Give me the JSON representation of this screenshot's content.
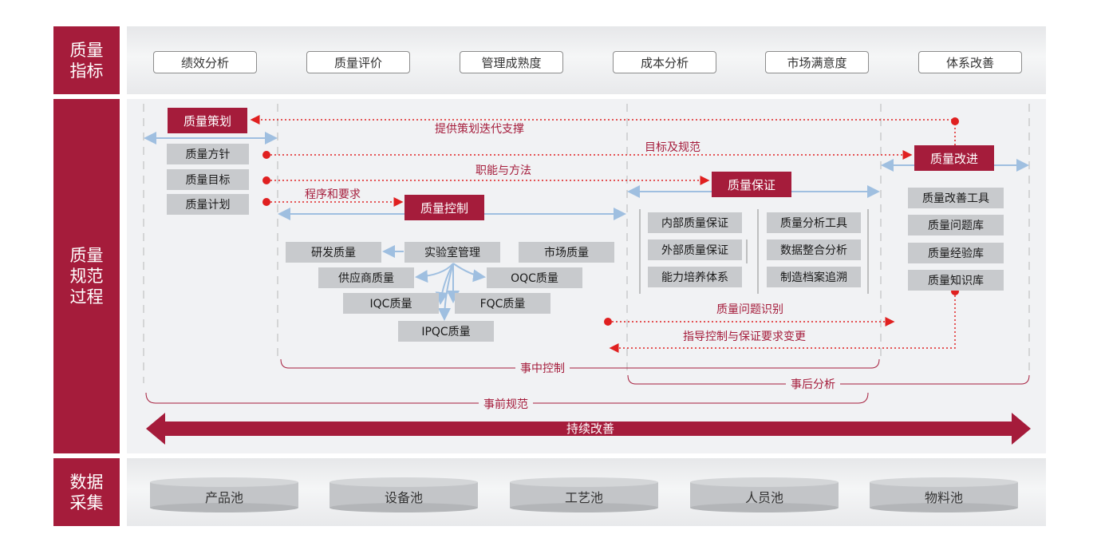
{
  "side_labels": {
    "metrics": "质量\n指标",
    "process": "质量\n规范\n过程",
    "data": "数据\n采集"
  },
  "metrics": [
    "绩效分析",
    "质量评价",
    "管理成熟度",
    "成本分析",
    "市场满意度",
    "体系改善"
  ],
  "planning": {
    "title": "质量策划",
    "items": [
      "质量方针",
      "质量目标",
      "质量计划"
    ]
  },
  "control": {
    "title": "质量控制",
    "items": {
      "rd": "研发质量",
      "lab": "实验室管理",
      "market": "市场质量",
      "supplier": "供应商质量",
      "oqc": "OQC质量",
      "iqc": "IQC质量",
      "fqc": "FQC质量",
      "ipqc": "IPQC质量"
    }
  },
  "assurance": {
    "title": "质量保证",
    "left": [
      "内部质量保证",
      "外部质量保证",
      "能力培养体系"
    ],
    "right": [
      "质量分析工具",
      "数据整合分析",
      "制造档案追溯"
    ]
  },
  "improvement": {
    "title": "质量改进",
    "items": [
      "质量改善工具",
      "质量问题库",
      "质量经验库",
      "质量知识库"
    ]
  },
  "flows": {
    "plan_support": "提供策划迭代支撑",
    "goal_spec": "目标及规范",
    "duty_method": "职能与方法",
    "procedure": "程序和要求",
    "issue_identify": "质量问题识别",
    "guide_change": "指导控制与保证要求变更"
  },
  "phases": {
    "in_process": "事中控制",
    "post": "事后分析",
    "pre": "事前规范"
  },
  "continuous": "持续改善",
  "pools": [
    "产品池",
    "设备池",
    "工艺池",
    "人员池",
    "物料池"
  ],
  "colors": {
    "brand": "#a51c3b",
    "box_grey": "#c8cacd",
    "arrow_blue": "#9fbfe0",
    "dot_red": "#e02020"
  }
}
